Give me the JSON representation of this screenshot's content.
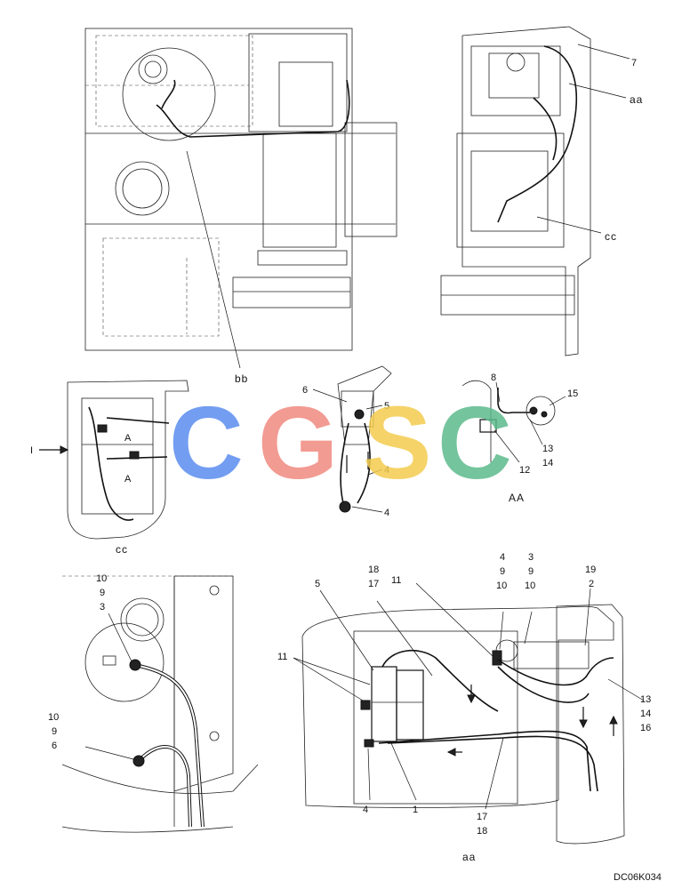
{
  "section_labels": {
    "aa_top": "aa",
    "bb": "bb",
    "cc_top": "cc",
    "cc_detail": "cc",
    "AA_detail": "AA",
    "aa_bottom": "aa",
    "view_arrow": "I",
    "mark_A1": "A",
    "mark_A2": "A"
  },
  "drawing_code": "DC06K034",
  "watermark": {
    "letters": [
      "C",
      "G",
      "S",
      "C"
    ],
    "colors": [
      "#5b8def",
      "#f08a80",
      "#f4cc4e",
      "#5cba8c"
    ]
  },
  "callouts": {
    "top_right_7": "7",
    "mid_6": "6",
    "mid_5": "5",
    "mid_4a": "4",
    "mid_4b": "4",
    "AA_8": "8",
    "AA_15": "15",
    "AA_13": "13",
    "AA_14": "14",
    "AA_12": "12",
    "bl_10a": "10",
    "bl_9a": "9",
    "bl_3": "3",
    "bl_10b": "10",
    "bl_9b": "9",
    "bl_6": "6",
    "br_5": "5",
    "br_18a": "18",
    "br_17a": "17",
    "br_11a": "11",
    "br_4": "4",
    "br_9a": "9",
    "br_10a": "10",
    "br_3": "3",
    "br_9b": "9",
    "br_10b": "10",
    "br_19": "19",
    "br_2": "2",
    "br_11b": "11",
    "br_13": "13",
    "br_14": "14",
    "br_16": "16",
    "br_4b": "4",
    "br_1": "1",
    "br_17b": "17",
    "br_18b": "18"
  }
}
